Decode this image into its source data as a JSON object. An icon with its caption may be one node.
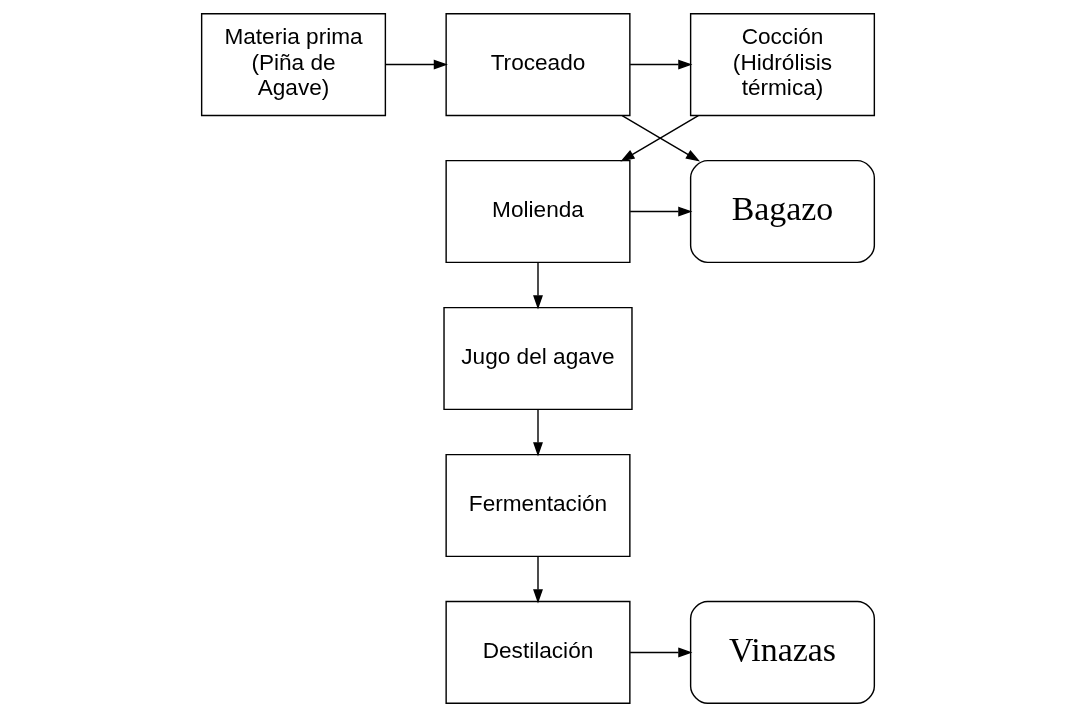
{
  "diagram": {
    "nodes": [
      {
        "text": [
          "Materia prima (Piña de Agave)"
        ]
      },
      {
        "text": [
          "Troceado"
        ]
      },
      {
        "text": [
          "Cocción (Hidrólisis térmica)"
        ]
      },
      {
        "text": [
          "Bagazo"
        ]
      },
      {
        "text": [
          "Molienda"
        ]
      },
      {
        "text": [
          "Jugo del agave"
        ]
      },
      {
        "text": [
          "Fermentación"
        ]
      },
      {
        "text": [
          "Destilación"
        ]
      },
      {
        "text": [
          "Vinazas"
        ]
      }
    ],
    "edges": [
      {
        "from": 0,
        "to": 1,
        "arrow": "to"
      },
      {
        "from": 1,
        "to": 2,
        "arrow": "to"
      },
      {
        "from": 1,
        "to": 3,
        "arrow": "to"
      },
      {
        "from": 2,
        "to": 4,
        "arrow": "to"
      },
      {
        "from": 4,
        "to": 3,
        "arrow": "to"
      },
      {
        "from": 4,
        "to": 5,
        "arrow": "to"
      },
      {
        "from": 5,
        "to": 6,
        "arrow": "to"
      },
      {
        "from": 6,
        "to": 7,
        "arrow": "to"
      },
      {
        "from": 7,
        "to": 8,
        "arrow": "to"
      }
    ]
  }
}
